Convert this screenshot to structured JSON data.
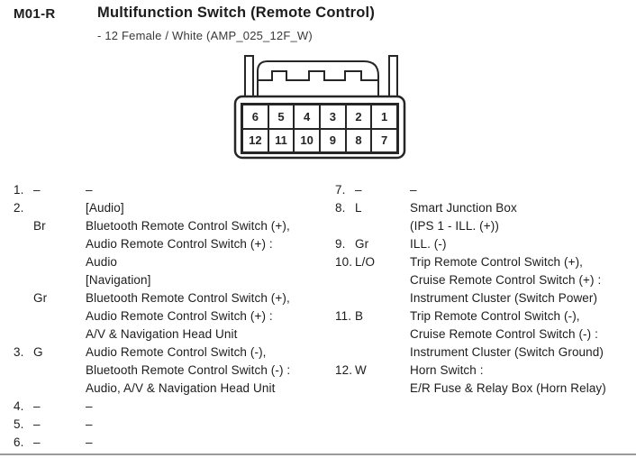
{
  "header": {
    "connector_id": "M01-R",
    "title": "Multifunction Switch (Remote Control)",
    "subtitle": "- 12 Female / White (AMP_025_12F_W)"
  },
  "colors": {
    "ink": "#1c1c1c",
    "outline": "#262626",
    "divider": "#9a9a9a"
  },
  "connector": {
    "pins_top": [
      "6",
      "5",
      "4",
      "3",
      "2",
      "1"
    ],
    "pins_bottom": [
      "12",
      "11",
      "10",
      "9",
      "8",
      "7"
    ]
  },
  "pins": {
    "left": [
      {
        "num": "1.",
        "code": "–",
        "text": "–"
      },
      {
        "num": "2.",
        "code": "",
        "text": "[Audio]"
      },
      {
        "num": "",
        "code": "Br",
        "text": "Bluetooth Remote Control Switch (+),"
      },
      {
        "num": "",
        "code": "",
        "text": "Audio Remote Control Switch (+) :"
      },
      {
        "num": "",
        "code": "",
        "text": "Audio"
      },
      {
        "num": "",
        "code": "",
        "text": "[Navigation]"
      },
      {
        "num": "",
        "code": "Gr",
        "text": "Bluetooth Remote Control Switch (+),"
      },
      {
        "num": "",
        "code": "",
        "text": "Audio Remote Control Switch (+) :"
      },
      {
        "num": "",
        "code": "",
        "text": "A/V & Navigation Head Unit"
      },
      {
        "num": "3.",
        "code": "G",
        "text": "Audio Remote Control Switch (-),"
      },
      {
        "num": "",
        "code": "",
        "text": "Bluetooth Remote Control Switch (-) :"
      },
      {
        "num": "",
        "code": "",
        "text": "Audio, A/V & Navigation Head Unit"
      },
      {
        "num": "4.",
        "code": "–",
        "text": "–"
      },
      {
        "num": "5.",
        "code": "–",
        "text": "–"
      },
      {
        "num": "6.",
        "code": "–",
        "text": "–"
      }
    ],
    "right": [
      {
        "num": "7.",
        "code": "–",
        "text": "–"
      },
      {
        "num": "8.",
        "code": "L",
        "text": "Smart Junction Box"
      },
      {
        "num": "",
        "code": "",
        "text": "(IPS 1 - ILL. (+))"
      },
      {
        "num": "9.",
        "code": "Gr",
        "text": "ILL. (-)"
      },
      {
        "num": "10.",
        "code": "L/O",
        "text": "Trip Remote Control Switch (+),"
      },
      {
        "num": "",
        "code": "",
        "text": "Cruise Remote Control Switch (+) :"
      },
      {
        "num": "",
        "code": "",
        "text": "Instrument Cluster (Switch Power)"
      },
      {
        "num": "11.",
        "code": "B",
        "text": "Trip Remote Control Switch (-),"
      },
      {
        "num": "",
        "code": "",
        "text": "Cruise Remote Control Switch (-) :"
      },
      {
        "num": "",
        "code": "",
        "text": "Instrument Cluster (Switch Ground)"
      },
      {
        "num": "12.",
        "code": "W",
        "text": "Horn Switch :"
      },
      {
        "num": "",
        "code": "",
        "text": "E/R Fuse & Relay Box (Horn Relay)"
      }
    ]
  }
}
